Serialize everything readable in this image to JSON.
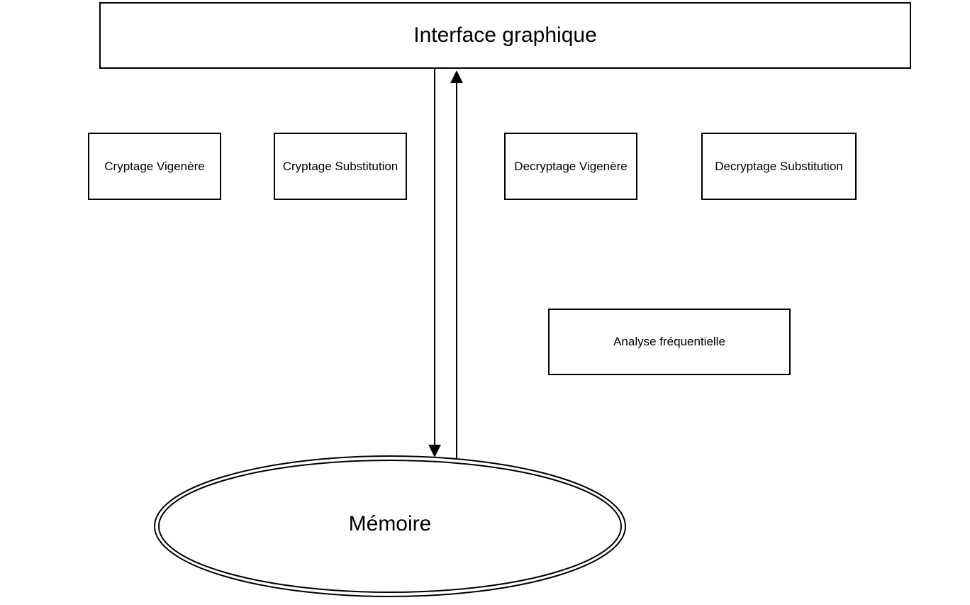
{
  "diagram": {
    "top_box": {
      "label": "Interface graphique"
    },
    "modules": [
      {
        "label": "Cryptage Vigenère"
      },
      {
        "label": "Cryptage Substitution"
      },
      {
        "label": "Decryptage Vigenère"
      },
      {
        "label": "Decryptage Substitution"
      },
      {
        "label": "Analyse fréquentielle"
      }
    ],
    "storage": {
      "label": "Mémoire"
    },
    "connections": [
      {
        "from": "Interface graphique",
        "to": "Mémoire"
      },
      {
        "from": "Mémoire",
        "to": "Interface graphique"
      }
    ]
  }
}
